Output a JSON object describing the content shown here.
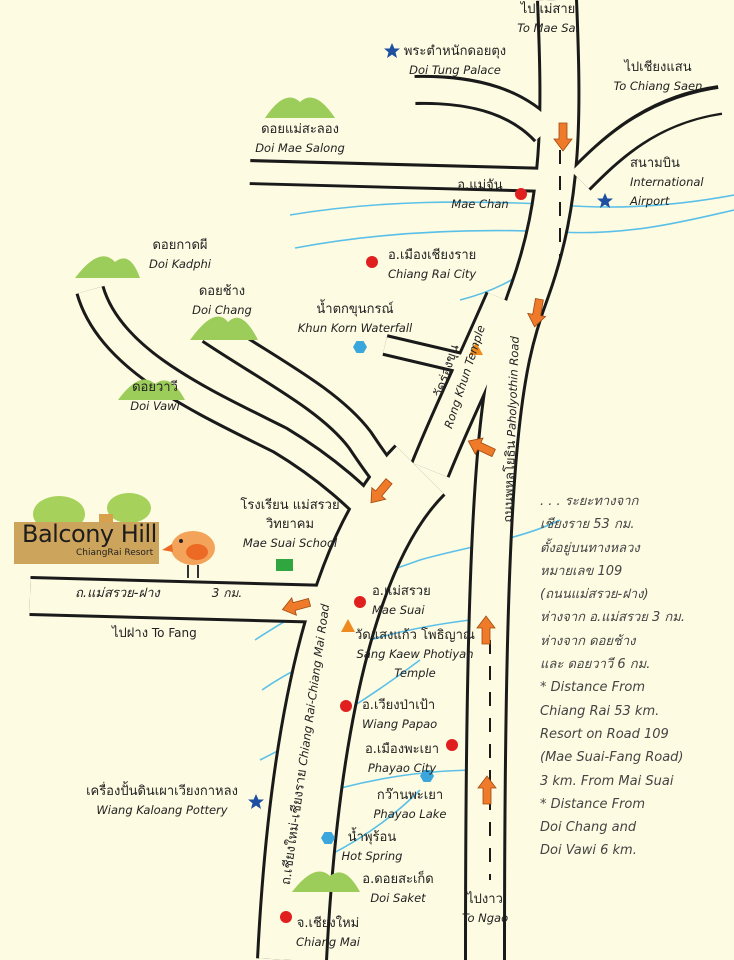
{
  "logo": {
    "name": "Balcony Hill",
    "subtitle": "ChiangRai Resort"
  },
  "labels": [
    {
      "th": "พระตำหนักดอยตุง",
      "en": "Doi Tung Palace"
    },
    {
      "th": "ไปแม่สาย",
      "en": "To Mae Sai"
    },
    {
      "th": "ไปเชียงแสน",
      "en": "To Chiang Saen"
    },
    {
      "th": "ดอยแม่สะลอง",
      "en": "Doi Mae Salong"
    },
    {
      "th": "อ.แม่จัน",
      "en": "Mae Chan"
    },
    {
      "th": "สนามบิน",
      "en": "International Airport"
    },
    {
      "th": "อ.เมืองเชียงราย",
      "en": "Chiang Rai City"
    },
    {
      "th": "ดอยกาดผี",
      "en": "Doi Kadphi"
    },
    {
      "th": "ดอยช้าง",
      "en": "Doi Chang"
    },
    {
      "th": "น้ำตกขุนกรณ์",
      "en": "Khun Korn Waterfall"
    },
    {
      "th": "วัดร่องขุน",
      "en": "Rong Khun Temple"
    },
    {
      "th": "ถนนพหลโยธิน",
      "en": "Paholyothin Road"
    },
    {
      "th": "ดอยวาวี",
      "en": "Doi Vawi"
    },
    {
      "th": "โรงเรียน แม่สรวยวิทยาคม",
      "en": "Mae Suai School"
    },
    {
      "th": "ถ.แม่สรวย-ฝาง",
      "en": "3 กม."
    },
    {
      "th": "ไปฝาง",
      "en": "To Fang"
    },
    {
      "th": "อ.แม่สรวย",
      "en": "Mae Suai"
    },
    {
      "th": "วัดแสงแก้ว โพธิญาณ",
      "en": "Sang Kaew Photiyan Temple"
    },
    {
      "th": "อ.เวียงป่าเป้า",
      "en": "Wiang Papao"
    },
    {
      "th": "อ.เมืองพะเยา",
      "en": "Phayao City"
    },
    {
      "th": "กว๊านพะเยา",
      "en": "Phayao Lake"
    },
    {
      "th": "เครื่องปั้นดินเผาเวียงกาหลง",
      "en": "Wiang Kaloang Pottery"
    },
    {
      "th": "น้ำพุร้อน",
      "en": "Hot Spring"
    },
    {
      "th": "อ.ดอยสะเก็ด",
      "en": "Doi Saket"
    },
    {
      "th": "จ.เชียงใหม่",
      "en": "Chiang Mai"
    },
    {
      "th": "ไปงาว",
      "en": "To Ngao"
    },
    {
      "th": "ถ.เชียงใหม่-เชียงราย",
      "en": "Chiang Rai-Chiang Mai Road"
    }
  ],
  "info_lines": [
    ". . . ระยะทางจาก",
    "เชียงราย 53 กม.",
    "ตั้งอยู่บนทางหลวง",
    "หมายเลข 109",
    "(ถนนแม่สรวย-ฝาง)",
    "ห่างจาก อ.แม่สรวย 3 กม.",
    "ห่างจาก ดอยช้าง",
    "และ ดอยวาวี 6 กม.",
    "* Distance From",
    "Chiang Rai 53 km.",
    "Resort on Road 109",
    "(Mae Suai-Fang Road)",
    "3 km. From Mai Suai",
    "* Distance From",
    "Doi Chang and",
    "Doi Vawi 6 km."
  ],
  "colors": {
    "background": "#fdfbe2",
    "road": "#1a1a1a",
    "river": "#5bc0e8",
    "hill": "#9ccc5a",
    "town": "#e0201f",
    "star": "#1e4fa0",
    "arrow": "#ee7a2a",
    "temple": "#ef8a1e",
    "hexagon": "#3aa6dc",
    "school": "#2fa640"
  }
}
